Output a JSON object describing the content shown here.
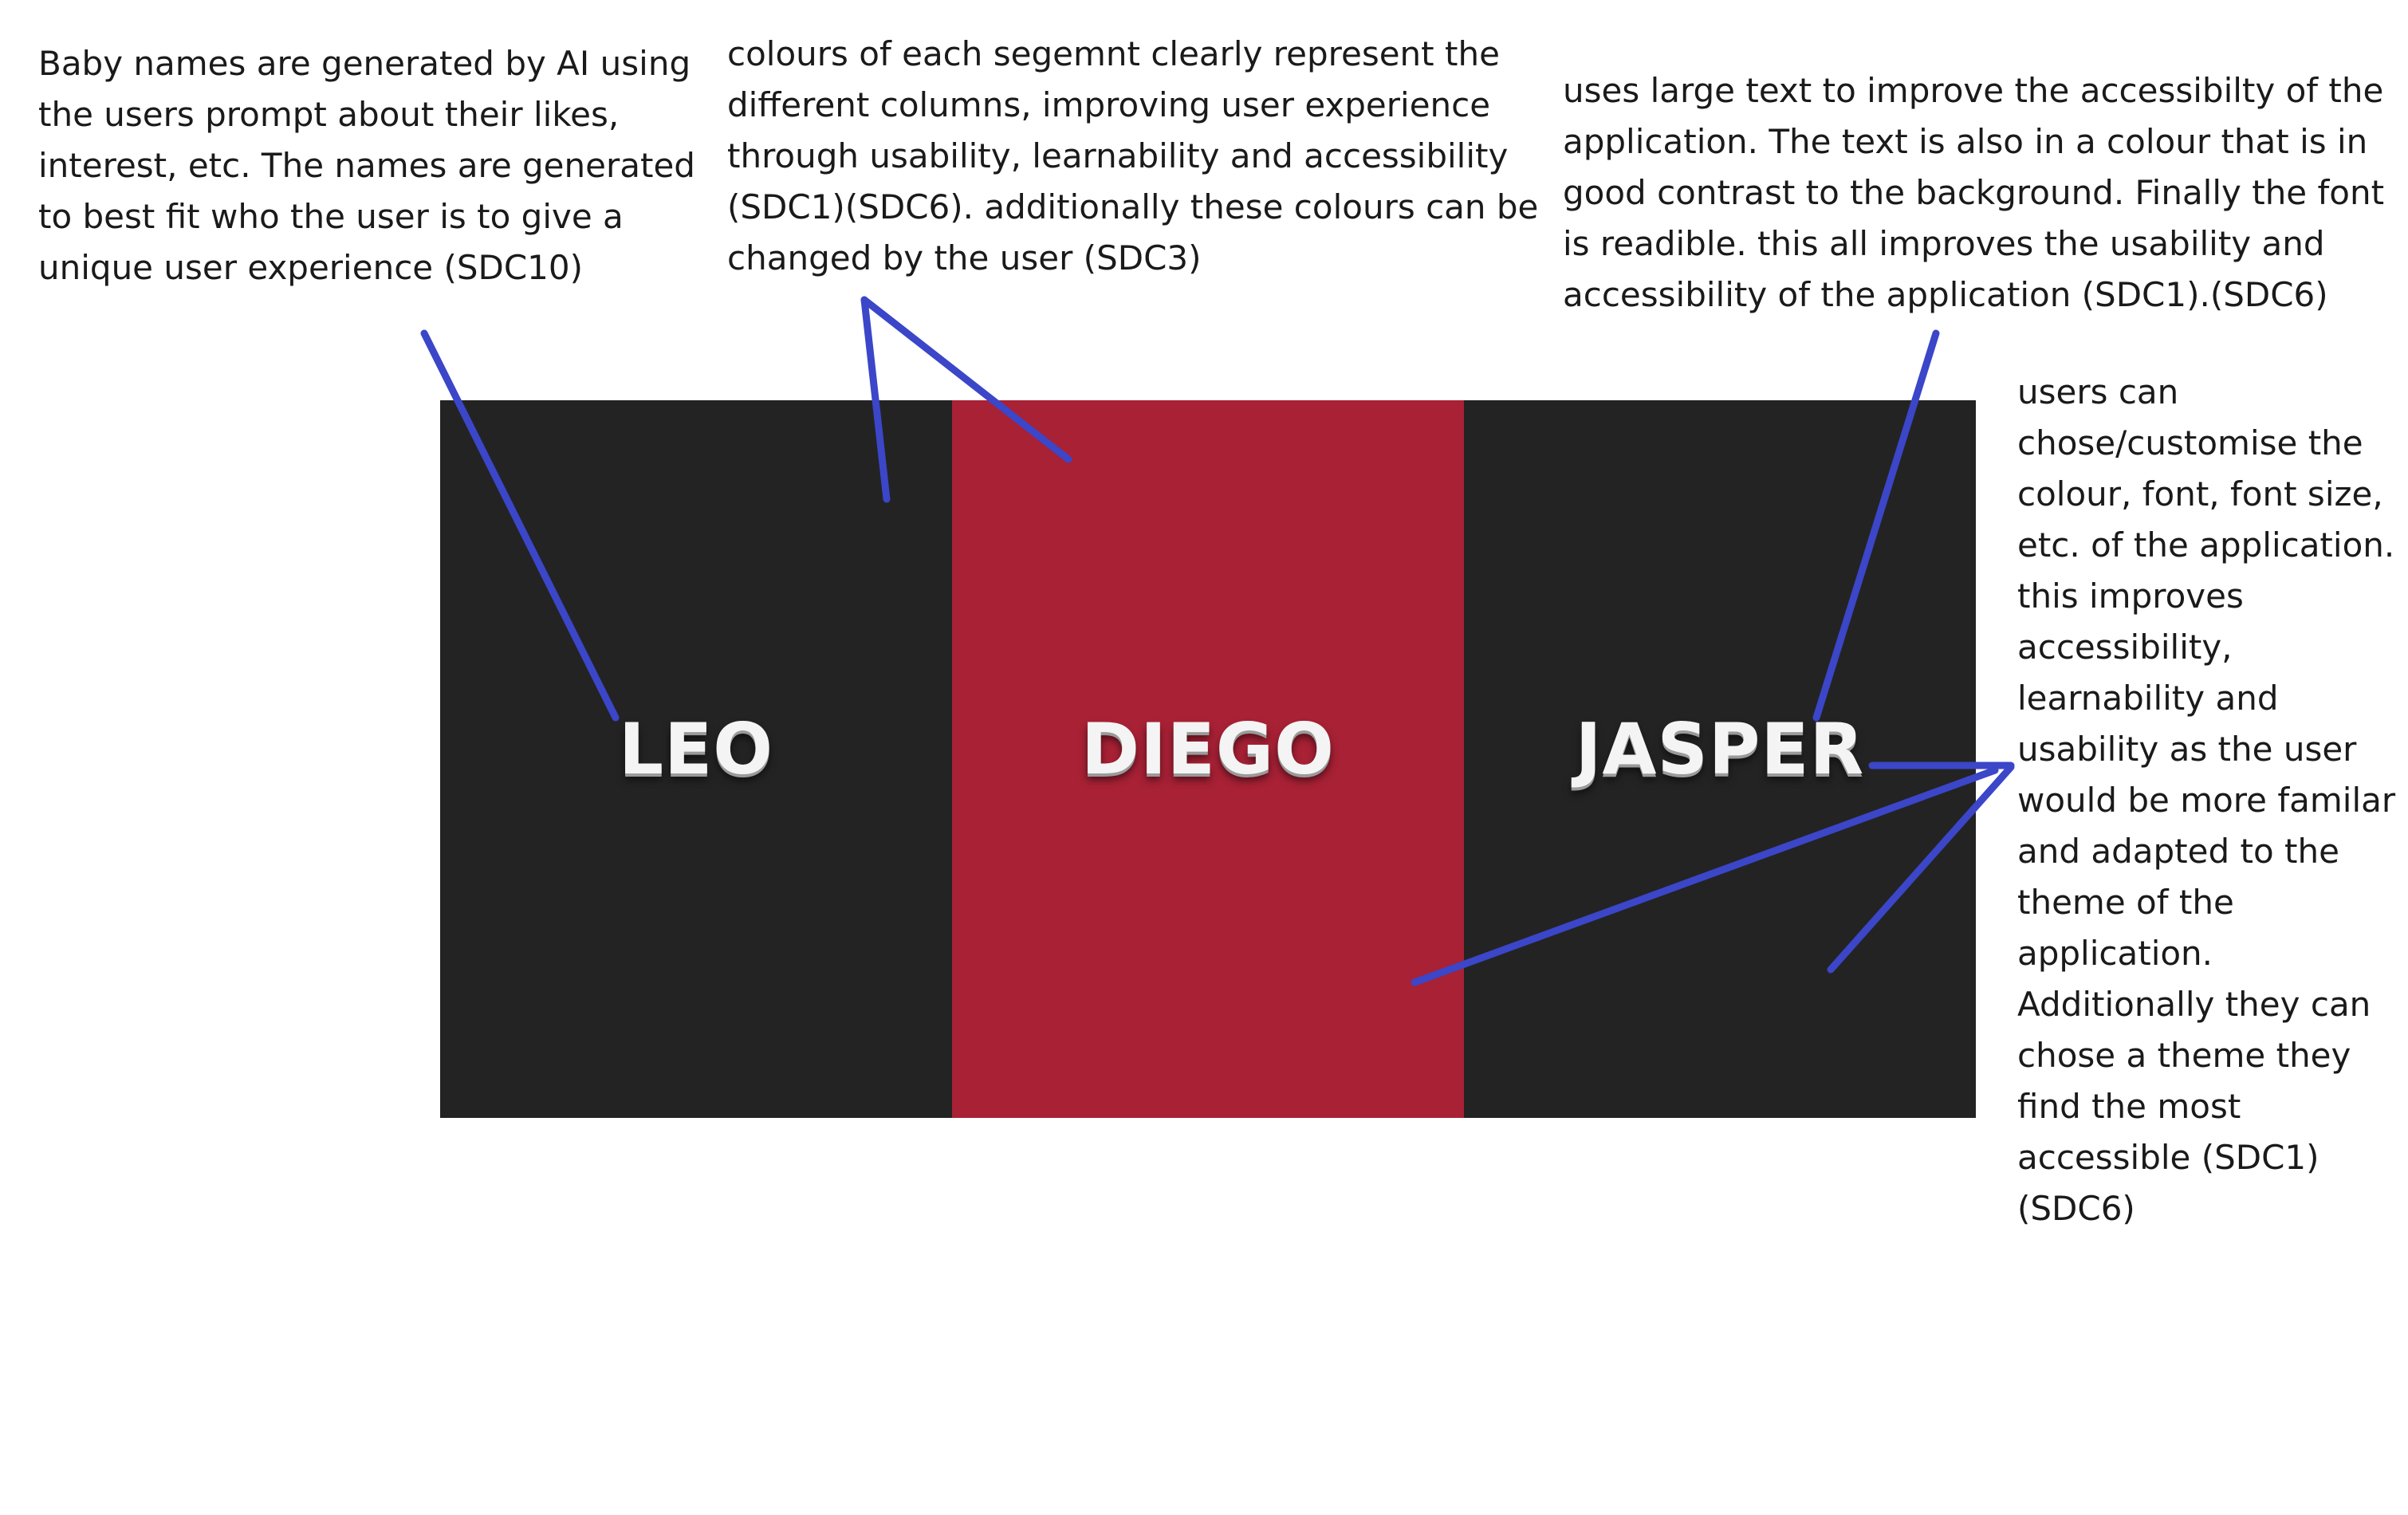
{
  "annotations": {
    "ai_names": "Baby names are generated by AI using the users prompt about their likes, interest, etc. The names are generated to best fit who the user is to give a unique user experience (SDC10)",
    "colours": "colours of each segemnt clearly represent the different columns, improving user experience through usability, learnability and accessibility (SDC1)(SDC6). additionally these colours can be changed by the user (SDC3)",
    "large_text": "uses large text to improve the accessibilty of the application. The text is also in a colour that is in good contrast to the background. Finally the font is readible. this all improves the usability and accessibility of the application (SDC1).(SDC6)",
    "customise": "users can chose/customise the colour, font, font size, etc. of the application. this improves accessibility, learnability and usability as the user would be more familar and adapted to the theme of the application. Additionally they can chose a theme they find the most accessible (SDC1)(SDC6)"
  },
  "panels": [
    {
      "name": "LEO",
      "color": "#232324"
    },
    {
      "name": "DIEGO",
      "color": "#a82135"
    },
    {
      "name": "JASPER",
      "color": "#232324"
    }
  ],
  "arrow_color": "#3b46c8"
}
